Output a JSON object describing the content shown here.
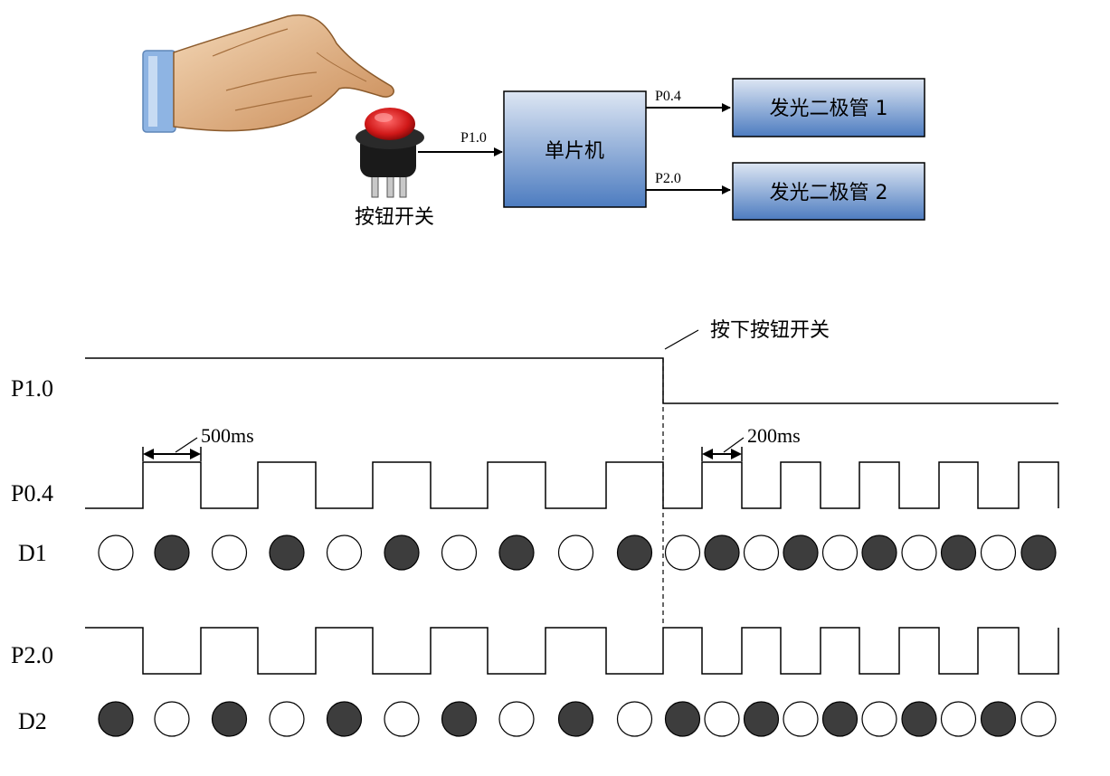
{
  "top": {
    "switch_label": "按钮开关",
    "mcu_label": "单片机",
    "mcu_input_label": "P1.0",
    "led1_pin_label": "P0.4",
    "led2_pin_label": "P2.0",
    "led1_label": "发光二极管 1",
    "led2_label": "发光二极管 2",
    "box_gradient_top": "#dde6f3",
    "box_gradient_bottom": "#4d7cc0"
  },
  "timing": {
    "press_label": "按下按钮开关",
    "rows": {
      "p10": "P1.0",
      "p04": "P0.4",
      "d1": "D1",
      "p20": "P2.0",
      "d2": "D2"
    },
    "period_before": "500ms",
    "period_after": "200ms",
    "led_on_color": "#3d3d3d",
    "led_off_color": "#ffffff",
    "d1_states": [
      0,
      1,
      0,
      1,
      0,
      1,
      0,
      1,
      0,
      1,
      0,
      1,
      0,
      1,
      0,
      1,
      0,
      1,
      0,
      1
    ],
    "d2_states": [
      1,
      0,
      1,
      0,
      1,
      0,
      1,
      0,
      1,
      0,
      1,
      0,
      1,
      0,
      1,
      0,
      1,
      0,
      1,
      0
    ]
  }
}
